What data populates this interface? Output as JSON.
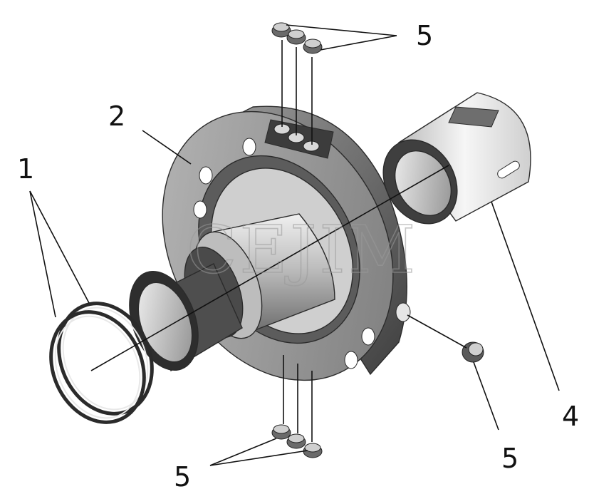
{
  "diagram": {
    "callouts": [
      {
        "id": "c1",
        "label": "1"
      },
      {
        "id": "c2",
        "label": "2"
      },
      {
        "id": "c4",
        "label": "4"
      },
      {
        "id": "c5a",
        "label": "5"
      },
      {
        "id": "c5b",
        "label": "5"
      },
      {
        "id": "c5c",
        "label": "5"
      }
    ],
    "watermark": "CEJIM"
  },
  "colors": {
    "background": "#ffffff",
    "metal_light": "#d9d9d9",
    "metal_mid": "#a8a8a8",
    "metal_dark": "#5a5a5a",
    "outline": "#2b2b2b"
  }
}
